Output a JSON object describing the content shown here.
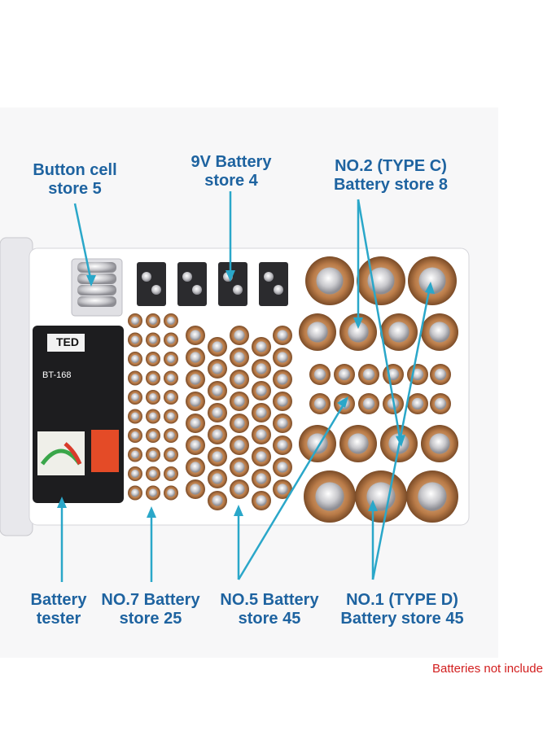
{
  "labels": {
    "button_cell": {
      "line1": "Button cell",
      "line2": "store 5"
    },
    "nine_volt": {
      "line1": "9V Battery",
      "line2": "store 4"
    },
    "type_c": {
      "line1": "NO.2 (TYPE C)",
      "line2": "Battery store 8"
    },
    "tester": {
      "line1": "Battery",
      "line2": "tester"
    },
    "aaa": {
      "line1": "NO.7 Battery",
      "line2": "store 25"
    },
    "aa": {
      "line1": "NO.5 Battery",
      "line2": "store 45"
    },
    "type_d": {
      "line1": "NO.1 (TYPE D)",
      "line2": "Battery store 45"
    }
  },
  "tester": {
    "brand": "TED",
    "model": "BT-168"
  },
  "note": "Batteries not include",
  "colors": {
    "label_text": "#1e63a0",
    "leader_line": "#2aa7c9",
    "note_text": "#d21e1e",
    "battery_copper": "#b87a4a",
    "battery_silver": "#c9c9cc"
  }
}
